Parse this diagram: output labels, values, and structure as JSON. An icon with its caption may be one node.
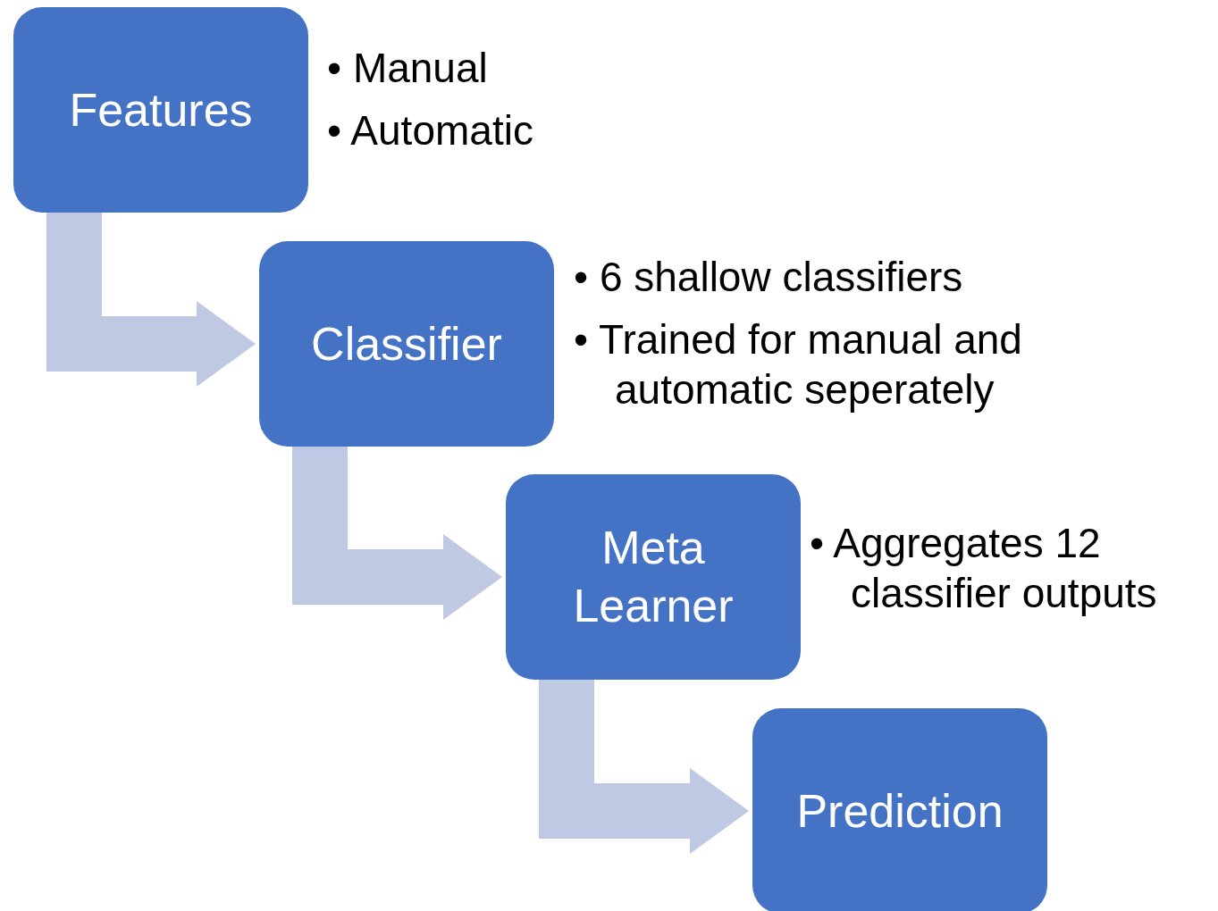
{
  "diagram": {
    "nodes": [
      {
        "text": [
          "Features"
        ],
        "beside": [
          "• Manual",
          "• Automatic"
        ]
      },
      {
        "text": [
          "Classifier"
        ],
        "beside": [
          "• 6 shallow classifiers",
          "• Trained for manual and automatic seperately"
        ]
      },
      {
        "text": [
          "Meta Learner"
        ],
        "beside": [
          "• Aggregates 12 classifier outputs"
        ]
      },
      {
        "text": [
          "Prediction"
        ]
      }
    ],
    "edges": [
      {
        "from": 0,
        "to": 1,
        "arrow": "to"
      },
      {
        "from": 1,
        "to": 2,
        "arrow": "to"
      },
      {
        "from": 2,
        "to": 3,
        "arrow": "to"
      }
    ]
  }
}
